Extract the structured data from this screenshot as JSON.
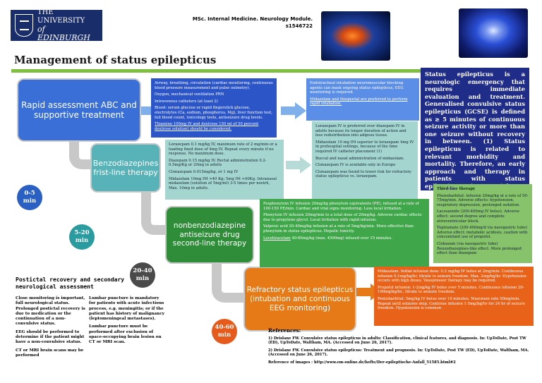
{
  "header": {
    "logo_line1": "THE UNIVERSITY",
    "logo_line2": "of EDINBURGH",
    "module_line1": "MSc. Internal Medicine. Neurology Module.",
    "module_line2": "s1546722",
    "title": "Management of status epilepticus"
  },
  "intro": "Status epilepticus is a neurologic emergency that requires immediate evaluation and treatment. Generalised convulsive status epilepticus (GCSE) is defined as ≥ 5 minutes of continuous seizure activity or more than one seizure without recovery in between. (1) Status epilepticus is related to relevant morbidity and mortality. Therefore, an early approach and therapy in patients with status epilepticus is crucial to reduce complications and death.",
  "steps": {
    "s1": "Rapid assessment ABC and supportive treatment",
    "s2": "Benzodiazepines frist-line therapy",
    "s3": "nonbenzodiazepine antiseizure drug second-line therapy",
    "s4": "Refractory status epilepticus (intubation and continuous EEG monitoring)"
  },
  "times": {
    "t1": "0-5 min",
    "t2": "5-20 min",
    "t3": "20-40 min",
    "t4": "40-60 min"
  },
  "box1": {
    "p1": "Airway, breathing, circulation (cardiac monitoring, continuous blood pressure measurement and pulse oximetry).",
    "p2": "Oxygen, mechanical ventilation PRN",
    "p3": "Intravenous catheters (at least 2)",
    "p4": "Blood: serum glucose or rapid fingerstick glucose, electrolytes (Ca, sodium, phosphorus, Mg), liver function test, full blood count, toxicology tests, antiseizure drug levels.",
    "p5": "Thiamine 100mg IV and dextrose 150 ml of 50 percent dextrose solution) should be considered."
  },
  "box2": {
    "p1": "Endotracheal intubation neuromuscular blocking agents can mask ongoing status epilepticus, EEG monitoring is required.",
    "p2": "Midazolam and thiopental are preferred to perform rapid intubation."
  },
  "box3": {
    "p1": "Lorazepam 0.1 mg/kg IV, maximum rate of 2 mg/min or a loading fixed dose of 4mg IV. Repeat every minute if no response. No maximum dose.",
    "p2": "Diazepam 0.15 mg/kg IV. Rectal administration 0.2-0.5mg/Kg or 20mg in adults",
    "p3": "Clonazepam 0.015mg/kg, or 1 mg IV",
    "p4": "Midazolam 10mg IM >40 Kg; 5mg IM <40Kg. Intranasal midazolam (solution of 5mg/ml) 3-5 times per nostril, Max. 10mg in adults."
  },
  "box4": {
    "p1": "Lorazepam IV is preferred over diazepam IV in adults because its longer duration of action and less redistribution into adipose tissue.",
    "p2": "Midazolam 10 mg IM superior to lorazepam 4mg IV in prehospital settings, because of the time required IV catheter placement (1)",
    "p3": "Buccal and nasal administration of midazolam.",
    "p4": "Clonazepam IV is available only in Europe",
    "p5": "Clonazepam was found to lower risk for refractory status epilepticus vs. lorazepam."
  },
  "box5": {
    "p1": "Fosphenytoin IV infusion 20mg/kg phenytoin equivalents (PE), infused at a rate of 100-150 PE/min. Cardiac and vital signs monitoring. Less local irritation.",
    "p2": "Phenytoin IV infusion 20mg/min to a total dose of 20mg/kg. Adverse cardiac effects due to propylene glycol. Local irritation with rapid infusion.",
    "p3": "Valproic acid 20-40mg/kg infusion at a rate of 5mg/kg/min. More effective than phenytoin in status epilepticus. Hepatic toxicity.",
    "p4_label": "Levetiracetam",
    "p4": " 40-60mg/kg (max. 4500mg) infused over 15 minutes."
  },
  "box6": {
    "h": "Third-line therapy",
    "p1": "Phenobarbital: infusion 20mg/kg at a rate of 50-75mg/min. Adverse effects: hypotension, respiratory depression, prolonged sedation.",
    "p2": "Lacosamide (200-400mg IV bolus). Adverse effect: second degree and complete atrioventricular block.",
    "p3": "Topiramate (200-400mg/d via nasogastric tube) Adverse effect: metabolic acidosis, caution with concomitant use of propofol.",
    "p4": "Clobazam (via nasogastric tube) Benzodiazepines-like effect. More prolonged effect than diazepam"
  },
  "box7": {
    "p1": "Midazolam. Initial infusion dose: 0.2 mg/kg IV bolus at 2mg/min. Continuous infusion 0.1mg/kg/hr, titrate to seizure freedom. Max. 2mg/kg/hr. Hypotension occurs with high doses. Vasopressor therapy may be required.",
    "p2": "Propofol infusion: 1-2mg/kg IV bolus over 5 minutes. Continuous infusion 20-100mg/kg/hr., titrate to seizure freedom.",
    "p3": "Pentobarbital: 5mg/kg IV bolus over 10 minutes. Maximum rate 50mg/min. Repeat until seizures stop. Continue infusion 1-5mg/kg/hr for 24 hr of seizure freedom. Hypotension is common"
  },
  "postictal": {
    "title": "Postictal recovery and secondary neurological assessment",
    "l1": "Close monitoring is important, full neurological status. Prolonged postictal recovery is due to medication or the continuation of a non-convulsive status.",
    "l2": "EEG should be performed to determine if the patient might have a non-convulsive status.",
    "l3": "CT or MRI brain scans may be performed",
    "r1": "Lumbar puncture is mandatory for patients with acute infectious process, e.g. meningitis; or if the patient has history of malignancy (leptomeningeal metastases).",
    "r2": "Lumbar puncture must be performed after exclusion of space-occupying brain lesion on CT or MRI scan."
  },
  "references": {
    "h": "References:",
    "r1": "1) Drislane FW. Convulsive status epilepticus in adults: Classification, clinical features, and diagnosis. In: UpToDate, Post TW (ED), UpToDate, Waltham, MA. (Accessed on June 26, 2017).",
    "r2": "2) Drislane FW. Convulsive status epilepticus: Treatment and prognosis. In: UpToDate, Post TW (ED), UpToDate, Waltham, MA. (Accessed on June 26, 2017).",
    "r3": "Reference of images : http://www.em-online.de/hefte/Der-epileptische-Anfall_51585.html#2"
  }
}
